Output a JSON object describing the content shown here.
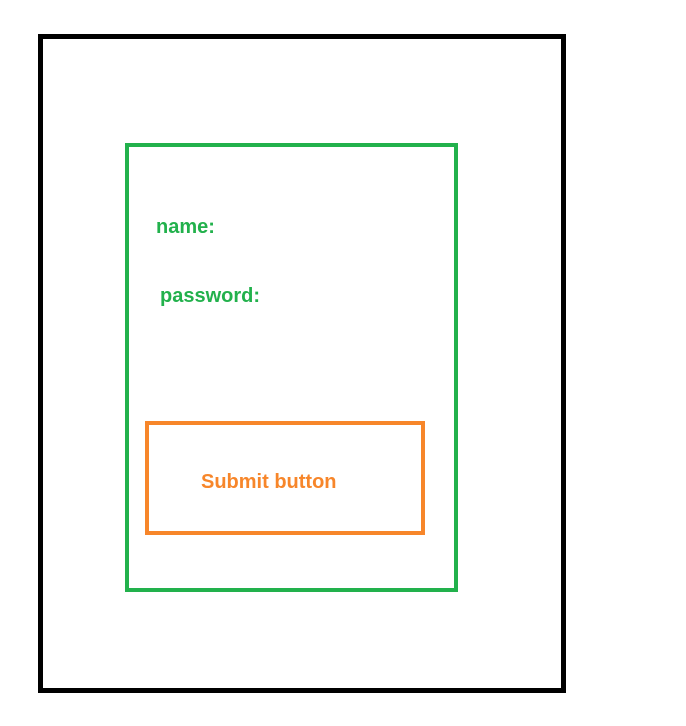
{
  "form": {
    "name_label": "name:",
    "password_label": "password:",
    "submit_label": "Submit button"
  },
  "colors": {
    "outer_border": "#000000",
    "form_border": "#22b14c",
    "button_border": "#f7862a"
  }
}
